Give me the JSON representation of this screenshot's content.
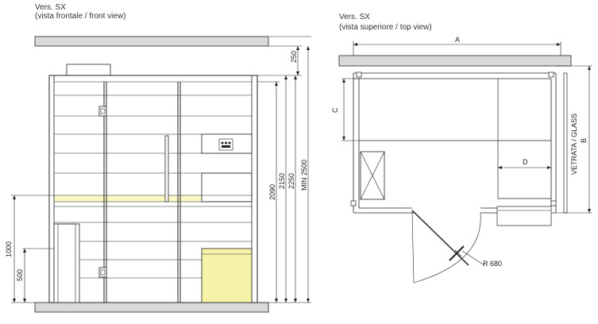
{
  "front_view": {
    "title": "Vers. SX",
    "subtitle": "(vista frontale / front view)",
    "dimensions": {
      "d250": "250",
      "d2090": "2090",
      "d2150": "2150",
      "d2250": "2250",
      "dmin2500": "MIN 2500",
      "d1000": "1000",
      "d500": "500"
    }
  },
  "top_view": {
    "title": "Vers. SX",
    "subtitle": "(vista superiore / top view)",
    "labels": {
      "a": "A",
      "b": "B",
      "c": "C",
      "d": "D",
      "glass": "VETRATA / GLASS",
      "radius": "R 680"
    }
  },
  "colors": {
    "line": "#222222",
    "floor": "#d9d9d9",
    "bench_highlight": "#fbf8c4",
    "heater_fill": "#f6f2a8"
  }
}
